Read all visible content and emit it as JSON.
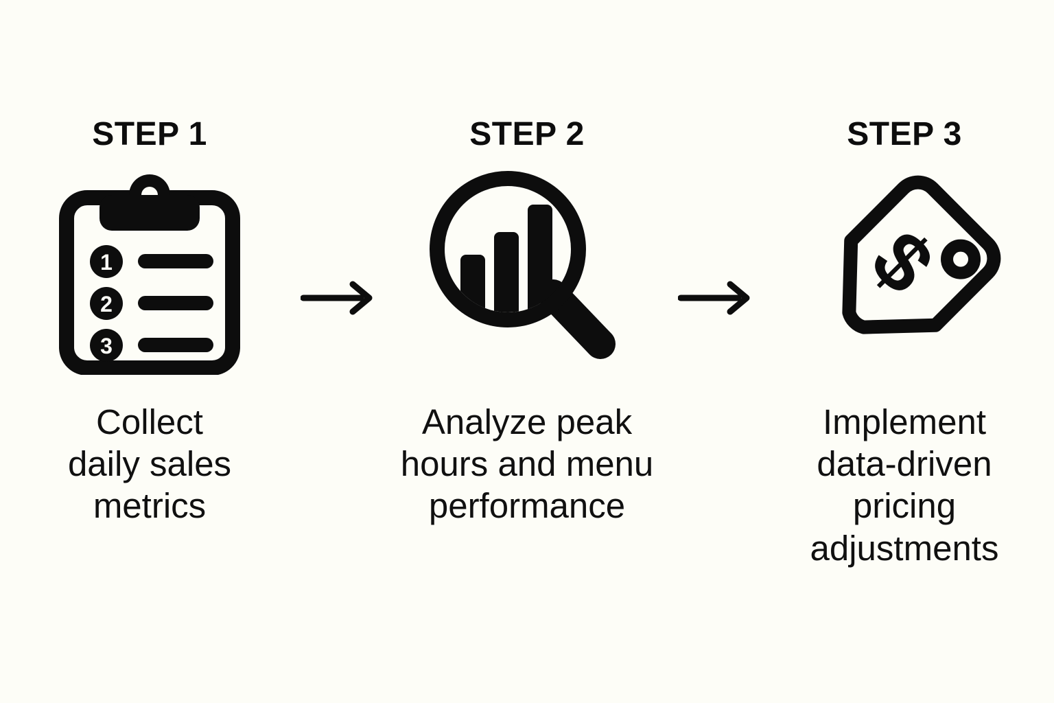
{
  "background_color": "#fdfdf7",
  "ink_color": "#0d0d0d",
  "diagram": {
    "type": "three-step-process-flow",
    "steps": [
      {
        "heading": "STEP 1",
        "icon": "clipboard-checklist-icon",
        "icon_detail": {
          "list_numbers": [
            "1",
            "2",
            "3"
          ],
          "list_rows": 3
        },
        "description_lines": [
          "Collect",
          "daily sales",
          "metrics"
        ],
        "description": "Collect daily sales metrics"
      },
      {
        "heading": "STEP 2",
        "icon": "magnifier-bar-chart-icon",
        "icon_detail": {
          "bars": 3,
          "bar_relative_heights": [
            0.38,
            0.68,
            1.0
          ]
        },
        "description_lines": [
          "Analyze peak",
          "hours and menu",
          "performance"
        ],
        "description": "Analyze peak hours and menu performance"
      },
      {
        "heading": "STEP 3",
        "icon": "price-tag-dollar-icon",
        "icon_detail": {
          "symbol": "$",
          "has_hole": true
        },
        "description_lines": [
          "Implement",
          "data-driven",
          "pricing",
          "adjustments"
        ],
        "description": "Implement data-driven pricing adjustments"
      }
    ],
    "connectors": [
      {
        "name": "arrow-step1-to-step2",
        "icon": "arrow-right-icon"
      },
      {
        "name": "arrow-step2-to-step3",
        "icon": "arrow-right-icon"
      }
    ]
  }
}
